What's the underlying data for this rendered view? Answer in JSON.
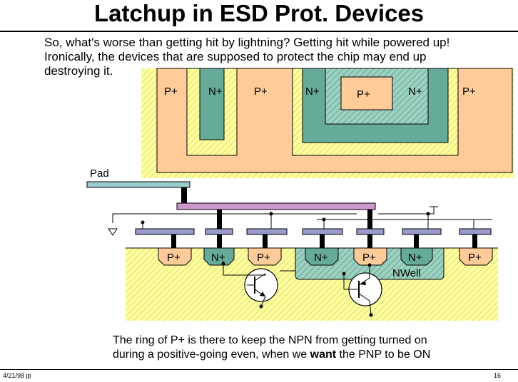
{
  "title": "Latchup in ESD Prot. Devices",
  "intro": {
    "line1": "So, what's worse than getting hit by lightning?  Getting hit while powered up!",
    "line2": "Ironically, the devices that are supposed to protect the chip may end up",
    "line3": "destroying it."
  },
  "top_view": {
    "labels": [
      "P+",
      "N+",
      "P+",
      "N+",
      "P+",
      "N+",
      "P+"
    ]
  },
  "cross_section": {
    "pad_label": "Pad",
    "diffusions": [
      "P+",
      "N+",
      "P+",
      "N+",
      "P+",
      "N+",
      "P+"
    ],
    "nwell_label": "NWell"
  },
  "caption": {
    "line1": "The ring of P+ is there to keep the NPN from getting turned on",
    "line2_pre": "during a positive-going even, when we ",
    "line2_bold": "want",
    "line2_post": " the PNP to be ON"
  },
  "footer": {
    "left": "4/21/98  jp",
    "right": "16"
  },
  "colors": {
    "p_plus": "#ffcc99",
    "n_plus": "#66aa99",
    "substrate_hatch": "#ffff99",
    "metal": "#cc99cc",
    "gate": "#9999cc",
    "pad": "#99cccc"
  }
}
